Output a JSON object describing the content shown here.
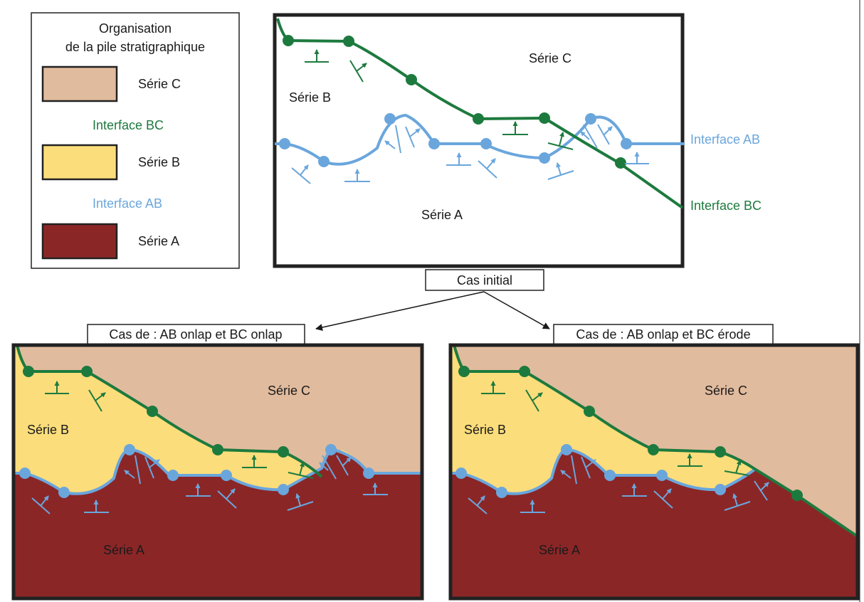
{
  "legend": {
    "title_line1": "Organisation",
    "title_line2": "de la pile stratigraphique",
    "items": [
      {
        "kind": "swatch",
        "label": "Série C",
        "color": "#e1bb9e"
      },
      {
        "kind": "interface",
        "label": "Interface BC",
        "color": "#1d7a3e"
      },
      {
        "kind": "swatch",
        "label": "Série B",
        "color": "#fbdd7b"
      },
      {
        "kind": "interface",
        "label": "Interface AB",
        "color": "#6aa6dc"
      },
      {
        "kind": "swatch",
        "label": "Série A",
        "color": "#8b2627"
      }
    ]
  },
  "initial": {
    "serie_c": "Série C",
    "serie_b": "Série B",
    "serie_a": "Série A",
    "interface_ab": "Interface AB",
    "interface_bc": "Interface BC",
    "caption": "Cas initial"
  },
  "case_left": {
    "caption": "Cas de : AB onlap et BC onlap",
    "serie_c": "Série C",
    "serie_b": "Série B",
    "serie_a": "Série A"
  },
  "case_right": {
    "caption": "Cas de : AB onlap et BC érode",
    "serie_c": "Série C",
    "serie_b": "Série B",
    "serie_a": "Série A"
  },
  "colors": {
    "serie_a": "#8b2627",
    "serie_b": "#fbdd7b",
    "serie_c": "#e1bb9e",
    "interface_bc": "#1d7a3e",
    "interface_ab": "#6aa6dc"
  }
}
